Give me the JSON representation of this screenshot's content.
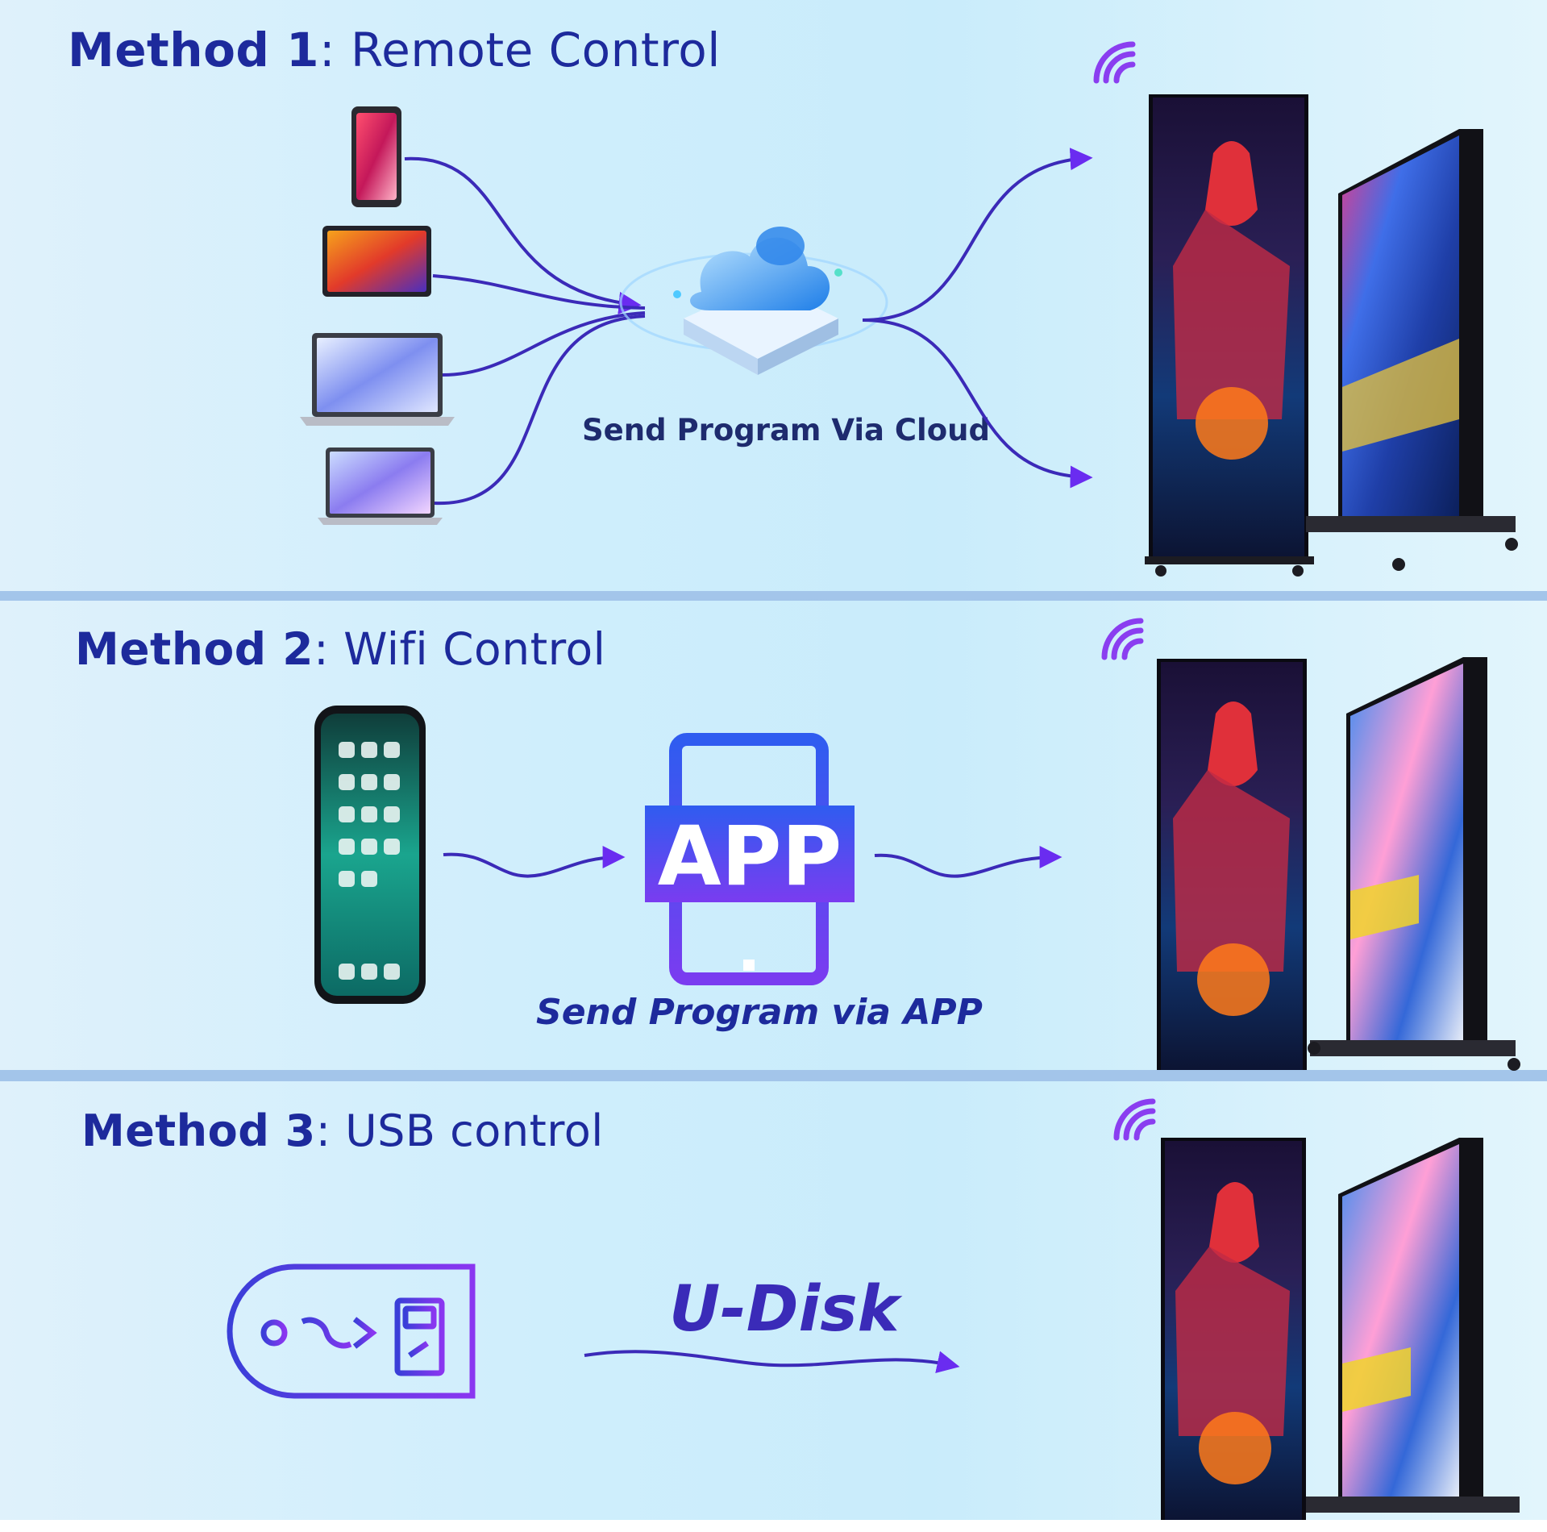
{
  "methods": [
    {
      "heading_strong": "Method 1",
      "heading_light": ": Remote Control",
      "caption": "Send Program Via Cloud",
      "hub_icon": "cloud-icon",
      "source_icons": [
        "phone-icon",
        "tablet-icon",
        "laptop-icon",
        "laptop-icon"
      ]
    },
    {
      "heading_strong": "Method 2",
      "heading_light": ": Wifi Control",
      "caption": "Send Program via APP",
      "app_label": "APP",
      "source_icons": [
        "smartphone-icon"
      ]
    },
    {
      "heading_strong": "Method 3",
      "heading_light": ": USB control",
      "caption": "U-Disk",
      "source_icons": [
        "usb-icon"
      ]
    }
  ],
  "colors": {
    "heading": "#1d2a9c",
    "accent": "#6a2cf0",
    "divider": "#a3c5ea"
  },
  "icons": [
    "wifi-signal-icon",
    "led-poster-display-icon",
    "arrow-icon"
  ]
}
